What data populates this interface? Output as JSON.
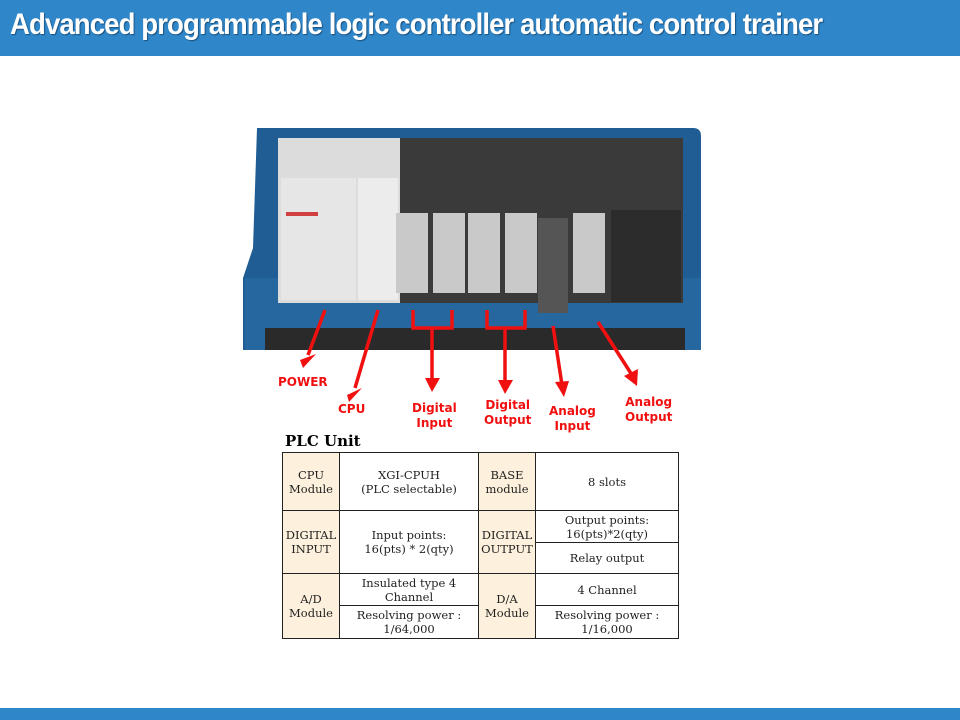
{
  "header": {
    "title": "Advanced programmable logic controller automatic control trainer"
  },
  "photo_labels": {
    "power": "POWER",
    "cpu": "CPU",
    "digital_input": [
      "Digital",
      "Input"
    ],
    "digital_output": [
      "Digital",
      "Output"
    ],
    "analog_input": [
      "Analog",
      "Input"
    ],
    "analog_output": [
      "Analog",
      "Output"
    ]
  },
  "plc_unit": {
    "title": "PLC Unit",
    "cpu_label": [
      "CPU",
      "Module"
    ],
    "cpu_value": [
      "XGI-CPUH",
      "(PLC selectable)"
    ],
    "base_label": [
      "BASE",
      "module"
    ],
    "base_value": "8 slots",
    "di_label": [
      "DIGITAL",
      "INPUT"
    ],
    "di_value": [
      "Input points:",
      "16(pts) * 2(qty)"
    ],
    "do_label": [
      "DIGITAL",
      "OUTPUT"
    ],
    "do_value_1": [
      "Output points:",
      "16(pts)*2(qty)"
    ],
    "do_value_2": "Relay output",
    "ad_label": [
      "A/D",
      "Module"
    ],
    "ad_value_1": [
      "Insulated type 4",
      "Channel"
    ],
    "ad_value_2": [
      "Resolving power :",
      "1/64,000"
    ],
    "da_label": [
      "D/A",
      "Module"
    ],
    "da_value_1": "4 Channel",
    "da_value_2": [
      "Resolving power :",
      "1/16,000"
    ]
  },
  "colors": {
    "accent": "#2f86c9",
    "label_red": "#f01010",
    "label_cell": "#fdf0dc"
  }
}
